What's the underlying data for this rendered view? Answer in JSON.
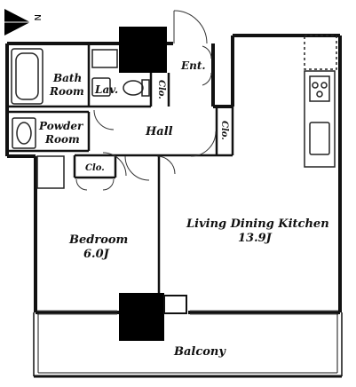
{
  "compass": {
    "north_label": "N"
  },
  "rooms": {
    "bath_line1": "Bath",
    "bath_line2": "Room",
    "lav": "Lav.",
    "closet": "Clo.",
    "entrance": "Ent.",
    "powder_line1": "Powder",
    "powder_line2": "Room",
    "hall": "Hall",
    "bedroom_name": "Bedroom",
    "bedroom_size": "6.0J",
    "ldk_name": "Living Dining Kitchen",
    "ldk_size": "13.9J",
    "balcony": "Balcony"
  },
  "colors": {
    "wall": "#111111",
    "column": "#000000",
    "fixture": "#222222"
  }
}
